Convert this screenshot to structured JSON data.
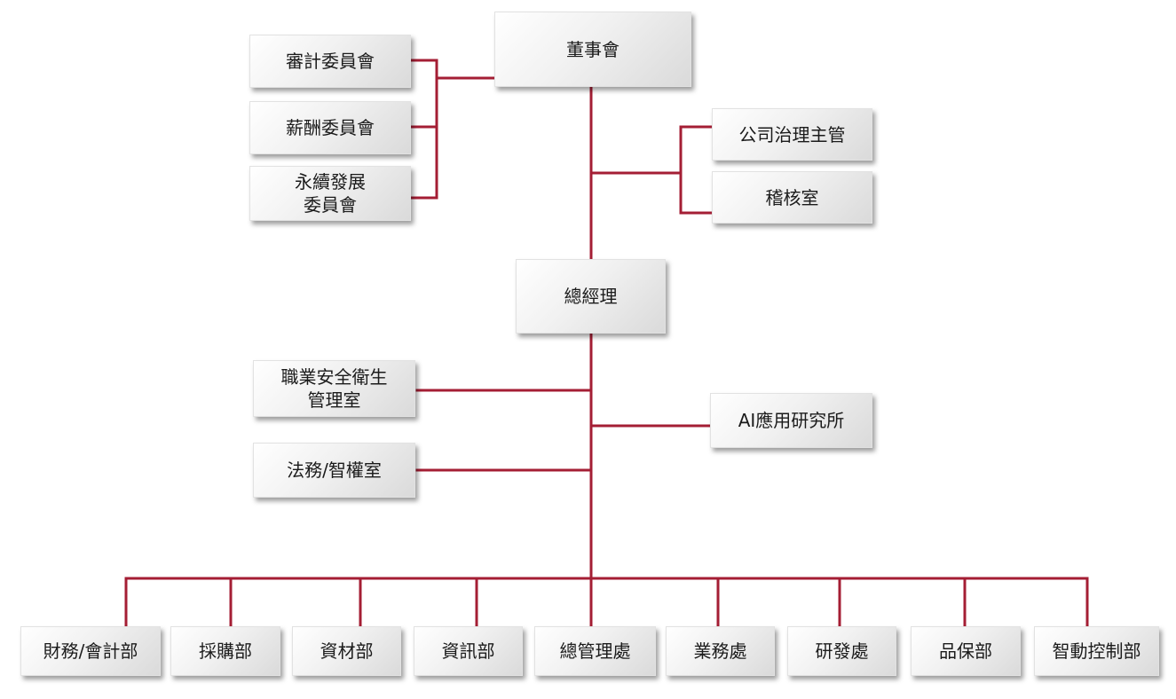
{
  "org_chart": {
    "line_color": "#A41E34",
    "board": "董事會",
    "audit_committee": "審計委員會",
    "remuneration_committee": "薪酬委員會",
    "sustainability_committee": "永續發展\n委員會",
    "governance_officer": "公司治理主管",
    "internal_audit": "稽核室",
    "general_manager": "總經理",
    "safety_health_office": "職業安全衛生\n管理室",
    "legal_ip_office": "法務/智權室",
    "ai_institute": "AI應用研究所",
    "departments": [
      "財務/會計部",
      "採購部",
      "資材部",
      "資訊部",
      "總管理處",
      "業務處",
      "研發處",
      "品保部",
      "智動控制部"
    ]
  }
}
